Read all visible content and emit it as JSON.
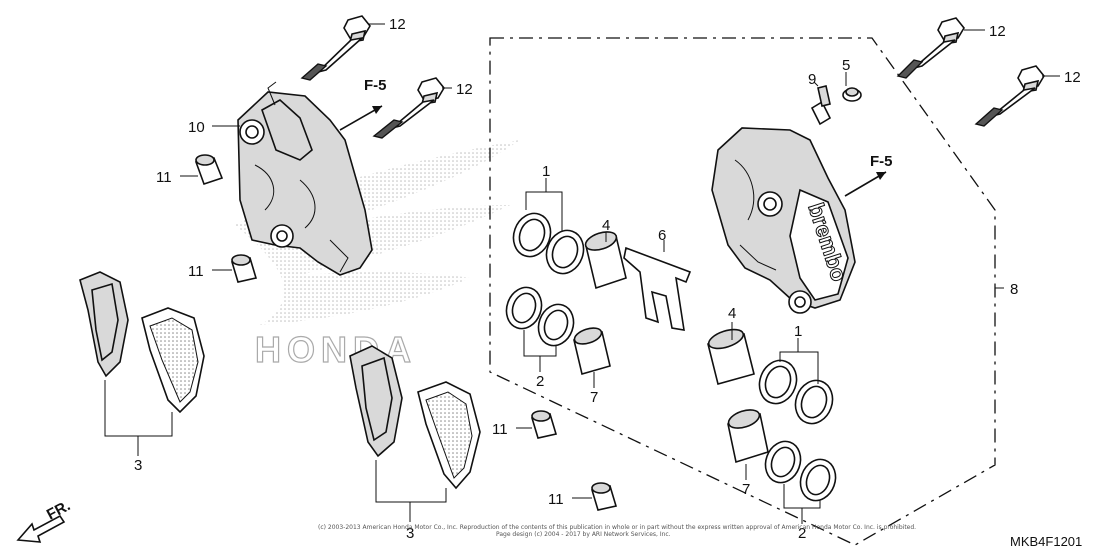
{
  "watermark": "HONDA",
  "callouts": {
    "c12a": "12",
    "c12b": "12",
    "c12c": "12",
    "c12d": "12",
    "c10": "10",
    "c11a": "11",
    "c11b": "11",
    "c11c": "11",
    "c11d": "11",
    "c3a": "3",
    "c3b": "3",
    "c1a": "1",
    "c1b": "1",
    "c2a": "2",
    "c2b": "2",
    "c4a": "4",
    "c4b": "4",
    "c7a": "7",
    "c7b": "7",
    "c6": "6",
    "c5": "5",
    "c9": "9",
    "c8": "8"
  },
  "refs": {
    "f5_left": "F-5",
    "f5_right": "F-5"
  },
  "brand": "brembo",
  "front_marker": "FR.",
  "diagram_code": "MKB4F1201",
  "copyright_line1": "(c) 2003-2013 American Honda Motor Co., Inc. Reproduction of the contents of this publication in whole or in part without the express written approval of American Honda Motor Co. Inc. is prohibited.",
  "copyright_line2": "Page design (c) 2004 - 2017 by ARI Network Services, Inc."
}
